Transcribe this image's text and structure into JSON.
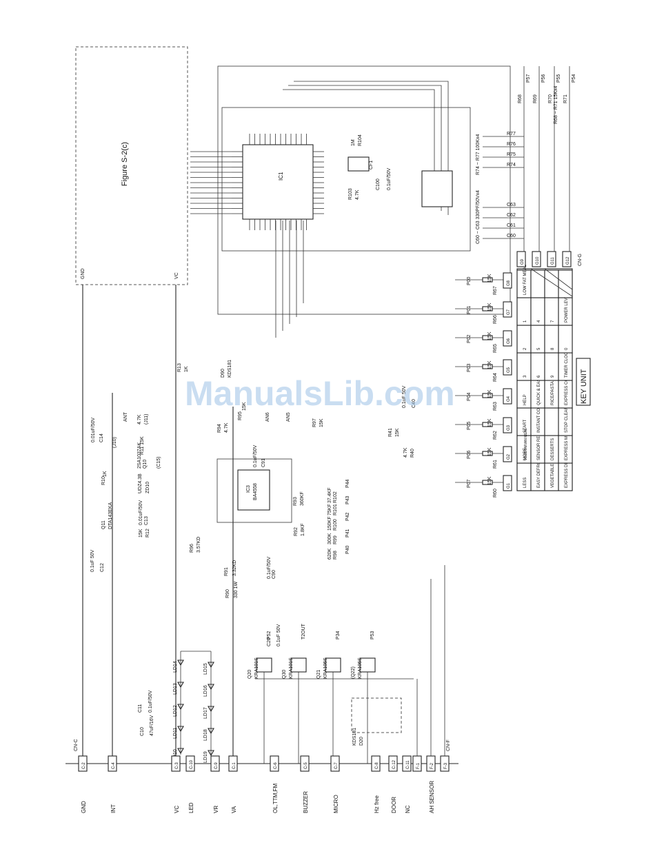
{
  "figure_ref": "Figure S-2(c)",
  "watermark": "ManualsLib.com",
  "ic_main": "IC1",
  "ic_amp": {
    "ref": "IC3",
    "part": "BA4558"
  },
  "key_unit": {
    "title": "KEY UNIT",
    "connector": "CN-G",
    "g_pins": [
      "G1",
      "G2",
      "G3",
      "G4",
      "G5",
      "G6",
      "G7",
      "G8",
      "G9",
      "G10",
      "G11",
      "G12"
    ],
    "p_lines": [
      "P07",
      "P06",
      "P05",
      "P04",
      "P03",
      "P02",
      "P01",
      "P00"
    ],
    "p_resistors": [
      "R60",
      "R61",
      "R62",
      "R63",
      "R64",
      "R65",
      "R66",
      "R67"
    ],
    "p_res_value": "15K",
    "grid": [
      [
        "LESS",
        "MORE",
        "START",
        "HELP",
        "3",
        "2",
        "1",
        "LOW FAT MEAL"
      ],
      [
        "EASY DEFROST",
        "SENSOR REHEAT",
        "INSTANT COOK",
        "QUICK & EASY",
        "6",
        "5",
        "4",
        ""
      ],
      [
        "VEGETABLES",
        "DESSERTS",
        "",
        "RICE/PASTA",
        "9",
        "8",
        "7",
        ""
      ],
      [
        "EXPRESS DEFROST",
        "EXPRESS MEAL",
        "STOP CLEAR",
        "EXPRESS COOK",
        "TIMER CLOCK",
        "0",
        "POWER LEVEL",
        ""
      ]
    ],
    "start_sub": "VEGETARIAN MEAL",
    "caps_label": "C60 ~ C63  330PF/50Vx4",
    "caps": [
      "C60",
      "C61",
      "C62",
      "C63"
    ],
    "r74_label": "R74 ~ R77  100Kx4",
    "r74": [
      "R74",
      "R75",
      "R76",
      "R77"
    ],
    "r68_label": "R68 ~ R71  15Kx4",
    "r68": [
      "R68",
      "R69",
      "R70",
      "R71"
    ],
    "p_top": [
      "P57",
      "P56",
      "P55",
      "P54"
    ]
  },
  "connector_c": {
    "name": "CN-C",
    "pins": [
      {
        "pin": "C-2",
        "label": "GND"
      },
      {
        "pin": "C-4",
        "label": "INT"
      },
      {
        "pin": "C-3",
        "label": "VC"
      },
      {
        "pin": "C-10",
        "label": "LED"
      },
      {
        "pin": "C-9",
        "label": "VR"
      },
      {
        "pin": "C-1",
        "label": "VA"
      },
      {
        "pin": "C-6",
        "label": "OL,TTM,FM"
      },
      {
        "pin": "C-5",
        "label": "BUZZER"
      },
      {
        "pin": "C-7",
        "label": "MICRO"
      },
      {
        "pin": "C-8",
        "label": "Hz free"
      },
      {
        "pin": "C-12",
        "label": "DOOR"
      },
      {
        "pin": "C-11",
        "label": "NC"
      }
    ]
  },
  "connector_f": {
    "name": "CN-F",
    "pins": [
      {
        "pin": "F-1",
        "label": ""
      },
      {
        "pin": "F-2",
        "label": "AH SENSOR"
      },
      {
        "pin": "F-3",
        "label": ""
      }
    ]
  },
  "leds": [
    "LD10",
    "LD11",
    "LD12",
    "LD13",
    "LD14",
    "LD15",
    "LD16",
    "LD17",
    "LD18",
    "LD19"
  ],
  "transistors": [
    {
      "ref": "Q20",
      "part": "KRA101S",
      "sig": "P52"
    },
    {
      "ref": "Q30",
      "part": "KRA101S",
      "sig": "T2OUT"
    },
    {
      "ref": "Q21",
      "part": "KRA105S",
      "sig": "P34"
    },
    {
      "ref": "(Q22)",
      "part": "KRA105S",
      "sig": "P53"
    }
  ],
  "labels": {
    "gnd": "GND",
    "vc": "VC",
    "c10": "C10",
    "c10v": "47uF/16V",
    "c11": "C11",
    "c11v": "0.1uF/50V",
    "c12": "C12",
    "c12v": "0.1uF 50V",
    "c13": "C13",
    "c13v": "0.01uF/50V",
    "c14": "C14",
    "c14v": "0.01uF/50V",
    "c15": "(C15)",
    "c20": "C20",
    "c20v": "0.1uF 50V",
    "c90": "C90",
    "c90v": "0.1uF/50V",
    "c91": "C91",
    "c91v": "0.1uF/50V",
    "c40": "C40",
    "c40v": "0.1uF 50V",
    "c100": "C100",
    "c100v": "0.1uF/50V",
    "cf1": "CF1",
    "q11": "Q11",
    "q11p": "DTA143EKA",
    "q10": "Q10",
    "q10p": "2SA1037AK",
    "zd10": "ZD10",
    "zd10p": "UDZ4.3B",
    "r10": "R10",
    "r10v": "1K",
    "r11": "R11 15K",
    "r12": "R12",
    "r12v": "15K",
    "r13": "R13",
    "r13v": "1K",
    "r90": "R90",
    "r90v": "330 1W",
    "r91": "R91",
    "r91v": "3.32KD",
    "r92": "R92",
    "r92v": "1.8KF",
    "r93": "R93",
    "r93v": "360KF",
    "r94": "R94",
    "r94v": "4.7K",
    "r95": "R95",
    "r95v": "15K",
    "r96": "R96",
    "r96v": "3.57KD",
    "r97": "R97",
    "r97v": "15K",
    "r98": "R98",
    "r98v": "620K",
    "r99": "R99",
    "r99v": "300K",
    "r100": "R100",
    "r100v": "150KF",
    "r101": "R101",
    "r101v": "75KF",
    "r102": "R102",
    "r102v": "37.4KF",
    "r103": "R103",
    "r103v": "4.7K",
    "r104": "R104",
    "r104v": "1M",
    "r40": "R40",
    "r40v": "4.7K",
    "r41": "R41",
    "r41v": "15K",
    "j11": "(J11)",
    "j11v": "4.7K",
    "ant": "ANT",
    "j10": "(J10)",
    "d90": "D90",
    "d90p": "KDS181",
    "d20": "D20",
    "d20p": "KDS181",
    "an5": "AN5",
    "an6": "AN6",
    "p40": "P40",
    "p41": "P41",
    "p42": "P42",
    "p43": "P43",
    "p44": "P44"
  }
}
